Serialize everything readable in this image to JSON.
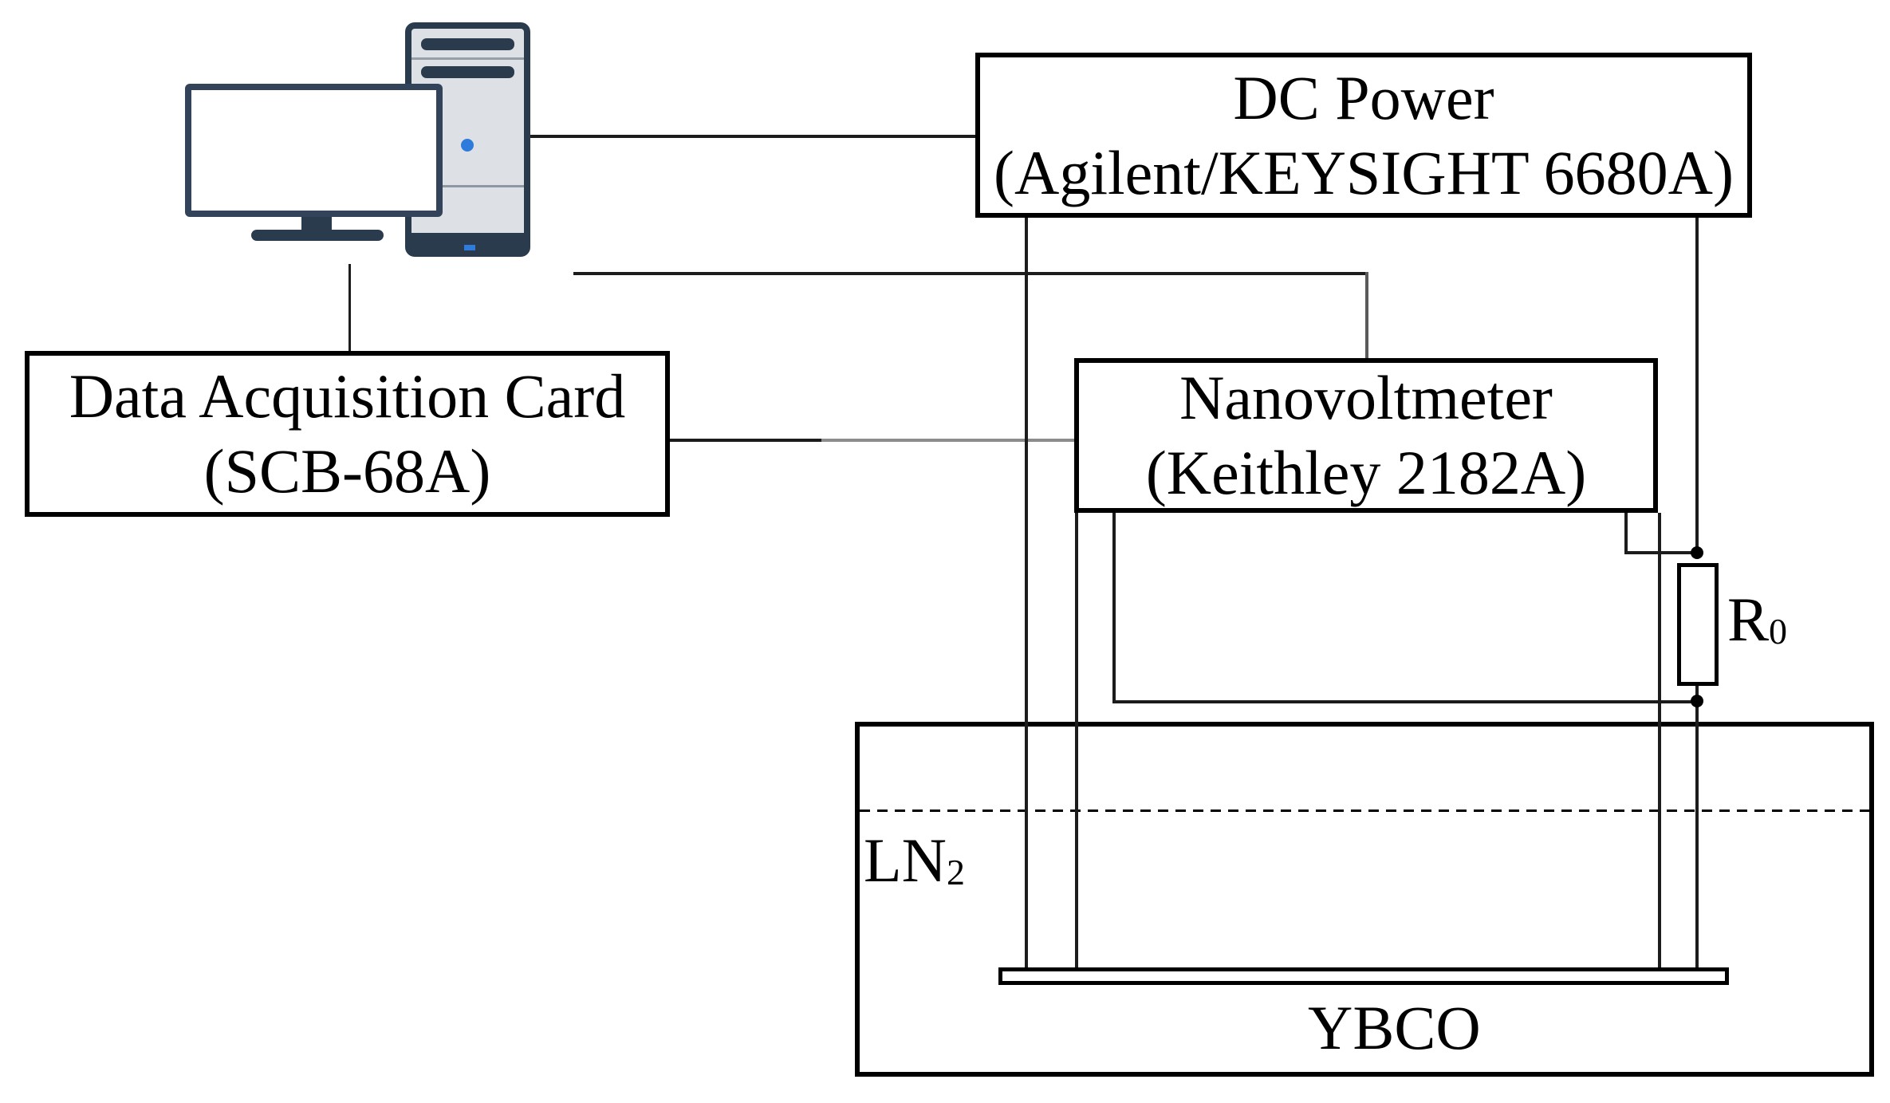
{
  "boxes": {
    "dc_power": {
      "line1": "DC Power",
      "line2": "(Agilent/KEYSIGHT 6680A)"
    },
    "daq": {
      "line1": "Data Acquisition Card",
      "line2": "(SCB-68A)"
    },
    "nanovoltmeter": {
      "line1": "Nanovoltmeter",
      "line2": "(Keithley 2182A)"
    }
  },
  "labels": {
    "ln2": {
      "main": "LN",
      "sub": "2"
    },
    "r0": {
      "main": "R",
      "sub": "0"
    },
    "ybco": {
      "text": "YBCO"
    }
  },
  "icons": {
    "computer": "desktop-computer-icon"
  },
  "colors": {
    "box_border": "#000000",
    "wire": "#1c1c1c",
    "wire_gray": "#8c8c8c",
    "computer_navy": "#2b3b4e",
    "computer_fill": "#dde1e5",
    "computer_blue": "#2e7bdb",
    "background": "#ffffff"
  },
  "connections": [
    {
      "from": "computer",
      "to": "dc_power",
      "style": "black"
    },
    {
      "from": "computer",
      "to": "nanovoltmeter",
      "style": "black"
    },
    {
      "from": "computer",
      "to": "data_acquisition_card",
      "style": "black"
    },
    {
      "from": "data_acquisition_card",
      "to": "nanovoltmeter",
      "style": "gray"
    },
    {
      "from": "dc_power",
      "to": "ybco_sample",
      "style": "black"
    },
    {
      "from": "dc_power",
      "to": "r0_top_junction",
      "style": "black"
    },
    {
      "from": "nanovoltmeter",
      "to": "ybco_sample_left_tap",
      "style": "black"
    },
    {
      "from": "nanovoltmeter",
      "to": "r0_bottom_junction",
      "style": "black"
    },
    {
      "from": "nanovoltmeter",
      "to": "r0_top_junction",
      "style": "black"
    },
    {
      "from": "nanovoltmeter",
      "to": "ybco_sample_right_tap",
      "style": "black"
    },
    {
      "from": "r0_bottom_junction",
      "to": "ybco_sample",
      "style": "black"
    }
  ]
}
